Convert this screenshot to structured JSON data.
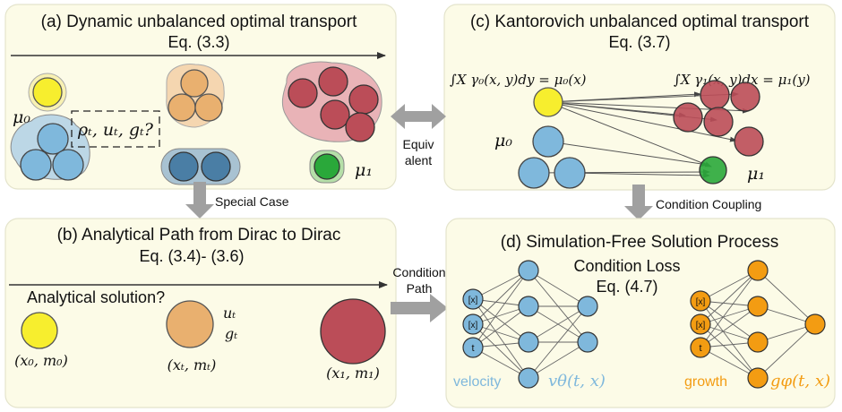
{
  "panel_a": {
    "title": "(a) Dynamic unbalanced optimal transport",
    "equation": "Eq. (3.3)",
    "mu0": "μ₀",
    "mu1": "μ₁",
    "question": "ρₜ, uₜ, gₜ?"
  },
  "panel_b": {
    "title": "(b)  Analytical Path from Dirac to Dirac",
    "equation": "Eq. (3.4)- (3.6)",
    "question": "Analytical solution?",
    "start_label": "(x₀, m₀)",
    "mid_label": "(xₜ, mₜ)",
    "end_label": "(x₁, m₁)",
    "u_label": "uₜ",
    "g_label": "gₜ"
  },
  "panel_c": {
    "title": "(c) Kantorovich unbalanced optimal transport",
    "equation": "Eq. (3.7)",
    "marginal0": "∫X γ₀(x, y)dy = μ₀(x)",
    "marginal1": "∫X γ₁(x, y)dx = μ₁(y)",
    "mu0": "μ₀",
    "mu1": "μ₁"
  },
  "panel_d": {
    "title": "(d)  Simulation-Free Solution Process",
    "loss_title": "Condition Loss",
    "equation": "Eq. (4.7)",
    "input_x": "[x]",
    "input_t": "t",
    "velocity_label": "velocity",
    "velocity_fn": "vθ(t, x)",
    "growth_label": "growth",
    "growth_fn": "gφ(t, x)"
  },
  "connectors": {
    "equiv_line1": "Equiv",
    "equiv_line2": "alent",
    "special_case": "Special Case",
    "condition_coupling": "Condition Coupling",
    "condition_path_line1": "Condition",
    "condition_path_line2": "Path"
  },
  "colors": {
    "panel_bg": "#fcfbe7",
    "panel_border": "#e4e4cc",
    "arrow_gray": "#a0a0a0",
    "yellow": "#f7ee2e",
    "blue": "#7fb8dc",
    "dark_blue": "#4a7ea5",
    "orange": "#e9b06f",
    "red": "#bb4d58",
    "green": "#2aa83a",
    "net_blue": "#7fb8dc",
    "net_orange": "#f39c12",
    "velocity_text": "#7fb8dc",
    "growth_text": "#f39c12"
  }
}
